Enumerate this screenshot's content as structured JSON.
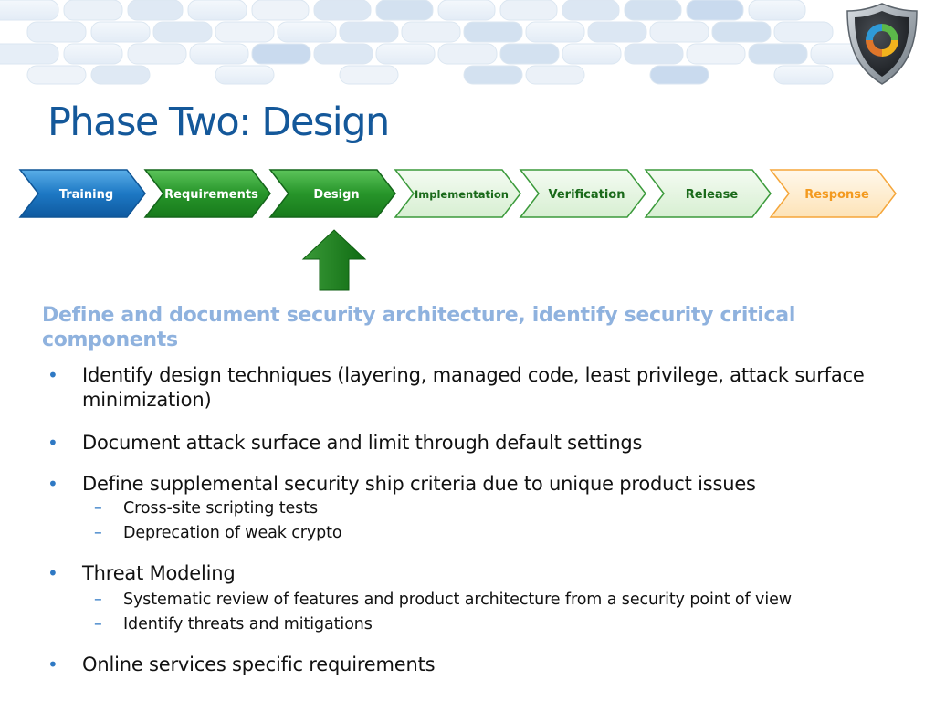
{
  "slide": {
    "title": "Phase Two: Design",
    "subheading": "Define and document security architecture, identify security critical components"
  },
  "phases": [
    {
      "label": "Training",
      "style": "blue"
    },
    {
      "label": "Requirements",
      "style": "green"
    },
    {
      "label": "Design",
      "style": "green"
    },
    {
      "label": "Implementation",
      "style": "light-green"
    },
    {
      "label": "Verification",
      "style": "light-green"
    },
    {
      "label": "Release",
      "style": "light-green"
    },
    {
      "label": "Response",
      "style": "orange"
    }
  ],
  "current_phase": "Design",
  "bullets": [
    {
      "text": "Identify design techniques (layering, managed code, least privilege, attack surface minimization)",
      "subs": []
    },
    {
      "text": "Document attack surface and limit through default settings",
      "subs": []
    },
    {
      "text": "Define supplemental security ship criteria due to unique product issues",
      "subs": [
        "Cross-site scripting tests",
        "Deprecation of weak crypto"
      ]
    },
    {
      "text": "Threat Modeling",
      "subs": [
        "Systematic review of features and product architecture from a security point of view",
        "Identify threats and mitigations"
      ]
    },
    {
      "text": "Online services specific requirements",
      "subs": []
    }
  ],
  "colors": {
    "title": "#14589a",
    "subheading": "#8fb2de",
    "bullet_marker": "#2f79c4",
    "phase_blue": "#1b6fb8",
    "phase_green": "#1f8a2a",
    "phase_light_green_text": "#1a6a1a",
    "phase_orange_text": "#f39a1f",
    "arrow": "#1c7f1c"
  },
  "icons": {
    "logo": "sdl-shield-icon",
    "pointer": "arrow-up-icon"
  }
}
